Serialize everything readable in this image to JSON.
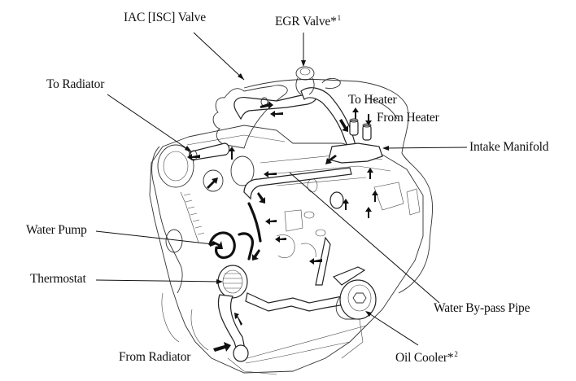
{
  "diagram": {
    "subject": "Engine cooling system coolant flow",
    "labels": {
      "iac_valve": "IAC [ISC] Valve",
      "egr_valve": "EGR Valve*",
      "egr_valve_note": "1",
      "to_radiator": "To Radiator",
      "to_heater": "To Heater",
      "from_heater": "From Heater",
      "intake_manifold": "Intake Manifold",
      "water_pump": "Water Pump",
      "thermostat": "Thermostat",
      "water_bypass_pipe": "Water By-pass Pipe",
      "from_radiator": "From Radiator",
      "oil_cooler": "Oil Cooler*",
      "oil_cooler_note": "2"
    },
    "colors": {
      "line": "#111111",
      "background": "#ffffff"
    }
  }
}
